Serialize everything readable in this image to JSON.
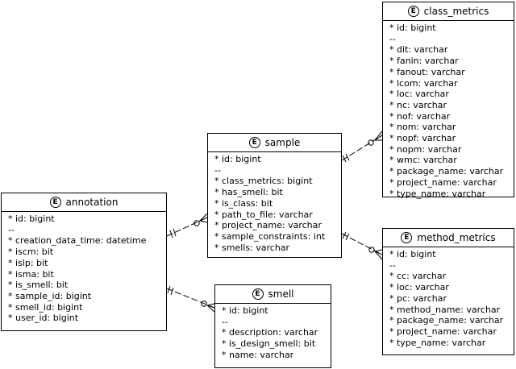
{
  "entities": {
    "class_metrics": {
      "badge": "E",
      "title": "class_metrics",
      "attributes": [
        "* id: bigint",
        "--",
        "* dit: varchar",
        "* fanin: varchar",
        "* fanout: varchar",
        "* lcom: varchar",
        "* loc: varchar",
        "* nc: varchar",
        "* nof: varchar",
        "* nom: varchar",
        "* nopf: varchar",
        "* nopm: varchar",
        "* wmc: varchar",
        "* package_name: varchar",
        "* project_name: varchar",
        "* type_name: varchar"
      ]
    },
    "sample": {
      "badge": "E",
      "title": "sample",
      "attributes": [
        "* id: bigint",
        "--",
        "* class_metrics: bigint",
        "* has_smell: bit",
        "* is_class: bit",
        "* path_to_file: varchar",
        "* project_name: varchar",
        "* sample_constraints: int",
        "* smells: varchar"
      ]
    },
    "annotation": {
      "badge": "E",
      "title": "annotation",
      "attributes": [
        "* id: bigint",
        "--",
        "* creation_data_time: datetime",
        "* iscm: bit",
        "* islp: bit",
        "* isma: bit",
        "* is_smell: bit",
        "* sample_id: bigint",
        "* smell_id: bigint",
        "* user_id: bigint"
      ]
    },
    "method_metrics": {
      "badge": "E",
      "title": "method_metrics",
      "attributes": [
        "* id: bigint",
        "--",
        "* cc: varchar",
        "* loc: varchar",
        "* pc: varchar",
        "* method_name: varchar",
        "* package_name: varchar",
        "* project_name: varchar",
        "* type_name: varchar"
      ]
    },
    "smell": {
      "badge": "E",
      "title": "smell",
      "attributes": [
        "* id: bigint",
        "--",
        "* description: varchar",
        "* is_design_smell: bit",
        "* name: varchar"
      ]
    }
  }
}
